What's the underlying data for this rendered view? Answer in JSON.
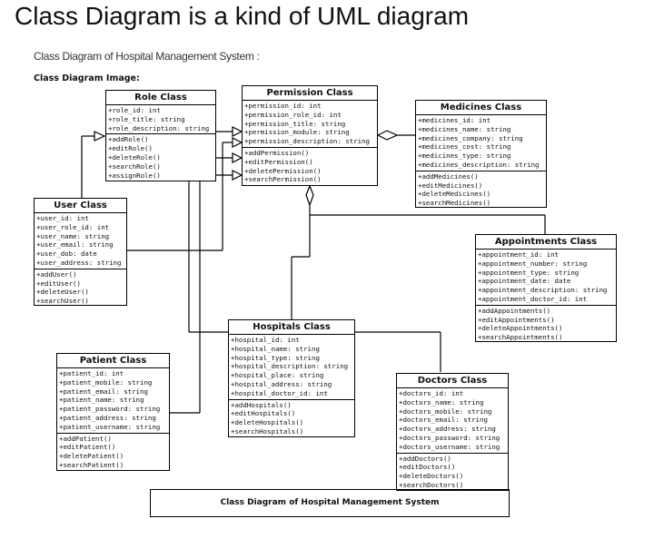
{
  "heading": "Class Diagram is a kind of UML diagram",
  "subtitle": "Class Diagram of Hospital Management System :",
  "image_label": "Class Diagram Image:",
  "footer_caption": "Class Diagram of Hospital Management System",
  "classes": {
    "role": {
      "title": "Role Class",
      "attributes": [
        "+role_id: int",
        "+role_title: string",
        "+role_description: string"
      ],
      "methods": [
        "+addRole()",
        "+editRole()",
        "+deleteRole()",
        "+searchRole()",
        "+assignRole()"
      ]
    },
    "permission": {
      "title": "Permission Class",
      "attributes": [
        "+permission_id: int",
        "+permission_role_id: int",
        "+permission_title: string",
        "+permission_module: string",
        "+permission_description: string"
      ],
      "methods": [
        "+addPermission()",
        "+editPermission()",
        "+deletePermission()",
        "+searchPermission()"
      ]
    },
    "medicines": {
      "title": "Medicines Class",
      "attributes": [
        "+medicines_id: int",
        "+medicines_name: string",
        "+medicines_company: string",
        "+medicines_cost: string",
        "+medicines_type: string",
        "+medicines_description: string"
      ],
      "methods": [
        "+addMedicines()",
        "+editMedicines()",
        "+deleteMedicines()",
        "+searchMedicines()"
      ]
    },
    "user": {
      "title": "User Class",
      "attributes": [
        "+user_id: int",
        "+user_role_id: int",
        "+user_name: string",
        "+user_email: string",
        "+user_dob: date",
        "+user_address: string"
      ],
      "methods": [
        "+addUser()",
        "+editUser()",
        "+deleteUser()",
        "+searchUser()"
      ]
    },
    "appointments": {
      "title": "Appointments Class",
      "attributes": [
        "+appointment_id: int",
        "+appointment_number: string",
        "+appointment_type: string",
        "+appointment_date: date",
        "+appointment_description: string",
        "+appointment_doctor_id: int"
      ],
      "methods": [
        "+addAppointments()",
        "+editAppointments()",
        "+deleteAppointments()",
        "+searchAppointments()"
      ]
    },
    "hospitals": {
      "title": "Hospitals Class",
      "attributes": [
        "+hospital_id: int",
        "+hospital_name: string",
        "+hospital_type: string",
        "+hospital_description: string",
        "+hospital_place: string",
        "+hospital_address: string",
        "+hospital_doctor_id: int"
      ],
      "methods": [
        "+addHospitals()",
        "+editHospitals()",
        "+deleteHospitals()",
        "+searchHospitals()"
      ]
    },
    "patient": {
      "title": "Patient Class",
      "attributes": [
        "+patient_id: int",
        "+patient_mobile: string",
        "+patient_email: string",
        "+patient_name: string",
        "+patient_password: string",
        "+patient_address: string",
        "+patient_username: string"
      ],
      "methods": [
        "+addPatient()",
        "+editPatient()",
        "+deletePatient()",
        "+searchPatient()"
      ]
    },
    "doctors": {
      "title": "Doctors Class",
      "attributes": [
        "+doctors_id: int",
        "+doctors_name: string",
        "+doctors_mobile: string",
        "+doctors_email: string",
        "+doctors_address: string",
        "+doctors_password: string",
        "+doctors_username: string"
      ],
      "methods": [
        "+addDoctors()",
        "+editDoctors()",
        "+deleteDoctors()",
        "+searchDoctors()"
      ]
    }
  }
}
